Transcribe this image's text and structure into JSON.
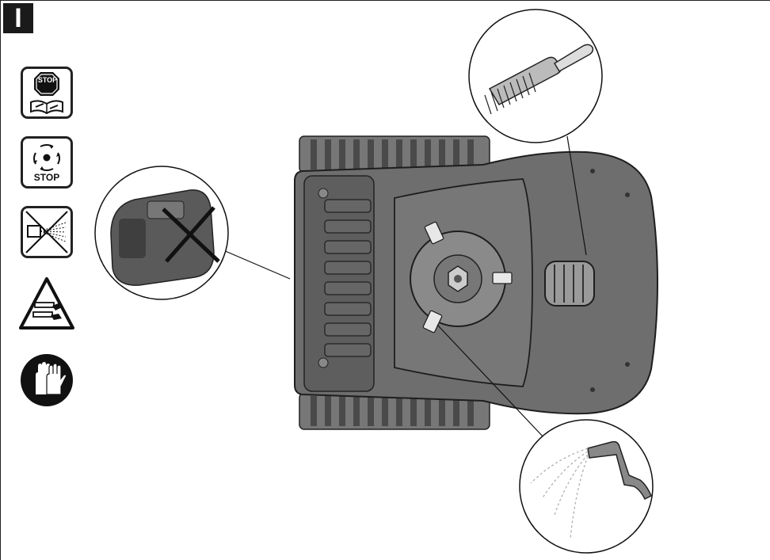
{
  "section": {
    "marker": "I"
  },
  "icons": {
    "stop_manual": {
      "stop_text": "STOP"
    },
    "stop_blades": {
      "stop_text": "STOP"
    }
  },
  "colors": {
    "body": "#6e6e6e",
    "body_dark": "#4a4a4a",
    "line": "#1e1e1e"
  }
}
